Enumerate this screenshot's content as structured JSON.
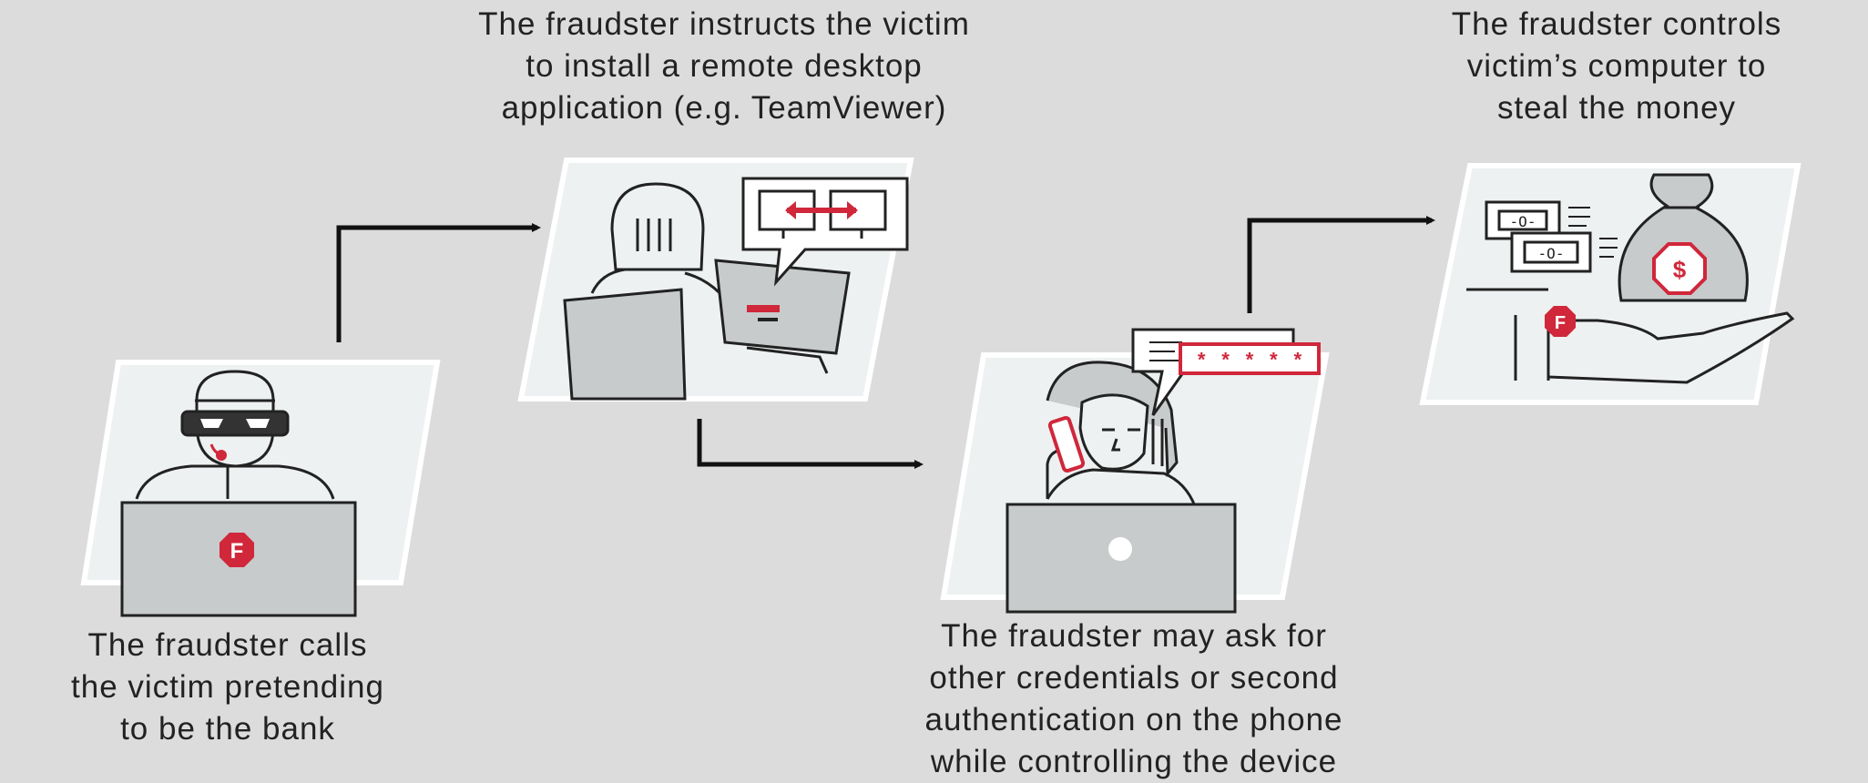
{
  "steps": [
    {
      "caption": [
        "The fraudster calls",
        "the victim pretending",
        "to be the bank"
      ],
      "badge": "F"
    },
    {
      "caption": [
        "The fraudster instructs the victim",
        "to install a remote desktop",
        "application (e.g. TeamViewer)"
      ]
    },
    {
      "caption": [
        "The fraudster may ask for",
        "other credentials or second",
        "authentication on the phone",
        "while controlling the device"
      ],
      "password_mask": "* * * * *"
    },
    {
      "caption": [
        "The fraudster controls",
        "victim’s computer to",
        "steal the money"
      ],
      "badge": "F",
      "currency_symbol": "$"
    }
  ],
  "colors": {
    "background": "#dcdcdc",
    "panel": "#eef1f1",
    "panel_border": "#ffffff",
    "ink": "#222222",
    "accent": "#d0273b"
  }
}
